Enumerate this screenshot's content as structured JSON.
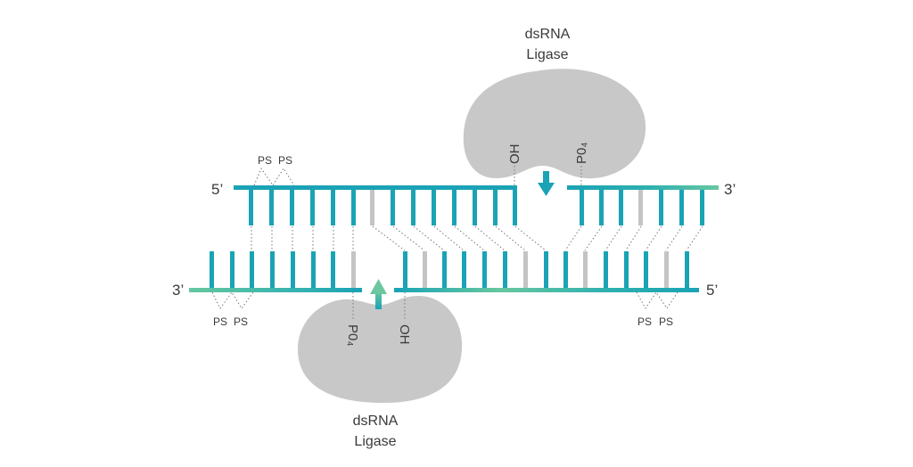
{
  "labels": {
    "top_left_end": "5’",
    "top_right_end": "3’",
    "bottom_left_end": "3’",
    "bottom_right_end": "5’",
    "top_enzyme_line1": "dsRNA",
    "top_enzyme_line2": "Ligase",
    "bottom_enzyme_line1": "dsRNA",
    "bottom_enzyme_line2": "Ligase",
    "top_oh": "OH",
    "top_po4": "P0₄",
    "bottom_po4": "P0₄",
    "bottom_oh": "OH",
    "ps_top_1": "PS",
    "ps_top_2": "PS",
    "ps_bottom_left_1": "PS",
    "ps_bottom_left_2": "PS",
    "ps_bottom_right_1": "PS",
    "ps_bottom_right_2": "PS"
  },
  "colors": {
    "strand_teal": "#1aa3b5",
    "strand_green": "#67c79f",
    "modified_base": "#c4c4c4",
    "enzyme": "#c8c8c8",
    "arrow_top": "#1aa3b5",
    "arrow_bottom": "#6cc7a0"
  }
}
